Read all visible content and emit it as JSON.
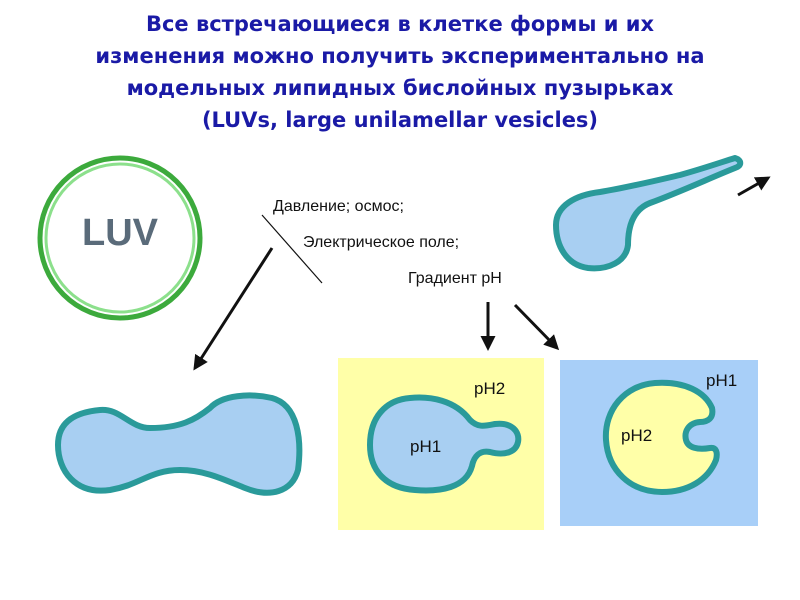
{
  "title": {
    "line1": "Все встречающиеся в клетке формы и их",
    "line2": "изменения можно получить экспериментально на",
    "line3": "модельных липидных бислойных пузырьках",
    "line4": "(LUVs, large unilamellar vesicles)"
  },
  "luv": {
    "label": "LUV"
  },
  "factors": {
    "pressure": "Давление; осмос;",
    "electric_field": "Электрическое  поле;",
    "ph_gradient": "Градиент pH"
  },
  "panel_yellow": {
    "outer_label": "pH2",
    "inner_label": "pH1"
  },
  "panel_blue": {
    "outer_label": "pH1",
    "inner_label": "pH2"
  },
  "colors": {
    "membrane": "#2a9a9a",
    "vesicle_fill": "#a8cff2",
    "yellow_panel": "#ffffa8",
    "blue_panel": "#a8cff8",
    "title": "#1a1aa6",
    "luv_ring": "#22bb22"
  }
}
